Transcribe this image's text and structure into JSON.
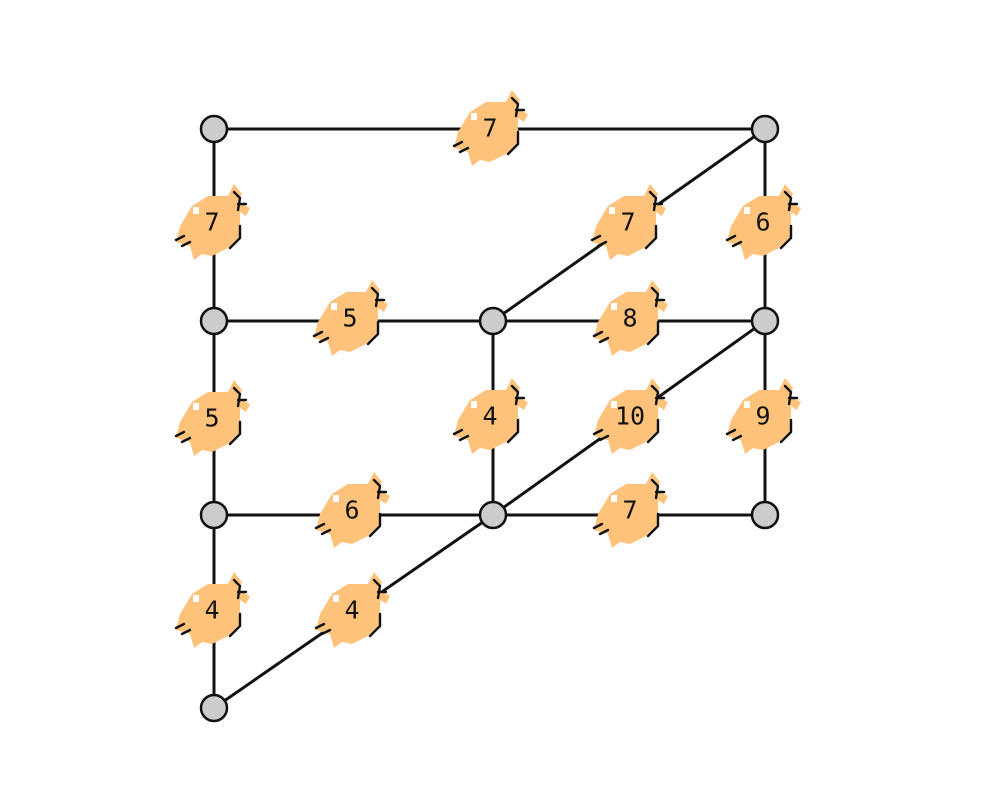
{
  "colors": {
    "edge": "#111111",
    "node_fill": "#cccccc",
    "fish_body": "#ffc27a",
    "background": "#ffffff"
  },
  "nodes": [
    {
      "id": "n0"
    },
    {
      "id": "n1"
    },
    {
      "id": "n2"
    },
    {
      "id": "n3"
    },
    {
      "id": "n4"
    },
    {
      "id": "n5"
    },
    {
      "id": "n6"
    },
    {
      "id": "n7"
    },
    {
      "id": "n8"
    },
    {
      "id": "n9"
    }
  ],
  "edges": [
    {
      "from": "n0",
      "to": "n1",
      "weight": "7"
    },
    {
      "from": "n0",
      "to": "n2",
      "weight": "7"
    },
    {
      "from": "n1",
      "to": "n3",
      "weight": "7"
    },
    {
      "from": "n1",
      "to": "n4",
      "weight": "6"
    },
    {
      "from": "n2",
      "to": "n3",
      "weight": "5"
    },
    {
      "from": "n3",
      "to": "n4",
      "weight": "8"
    },
    {
      "from": "n2",
      "to": "n5",
      "weight": "5"
    },
    {
      "from": "n3",
      "to": "n6",
      "weight": "4"
    },
    {
      "from": "n4",
      "to": "n6",
      "weight": "10"
    },
    {
      "from": "n4",
      "to": "n7",
      "weight": "9"
    },
    {
      "from": "n5",
      "to": "n6",
      "weight": "6"
    },
    {
      "from": "n6",
      "to": "n7",
      "weight": "7"
    },
    {
      "from": "n5",
      "to": "n8",
      "weight": "4"
    },
    {
      "from": "n6",
      "to": "n8",
      "weight": "4"
    }
  ]
}
